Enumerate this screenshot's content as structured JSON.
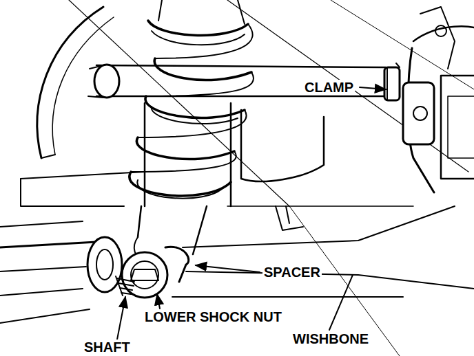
{
  "diagram": {
    "labels": [
      "CLAMP",
      "SPACER",
      "LOWER SHOCK NUT",
      "SHAFT",
      "WISHBONE"
    ]
  }
}
